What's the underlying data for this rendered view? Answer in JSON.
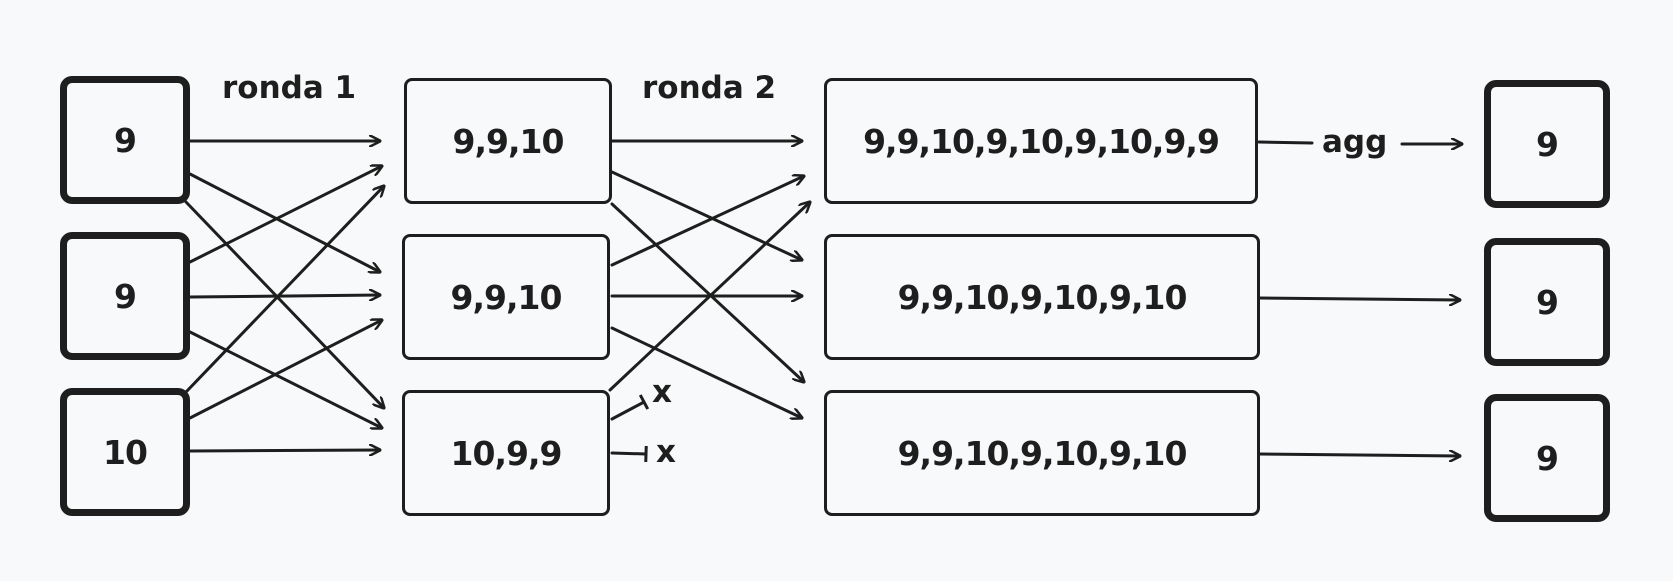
{
  "inputs": [
    "9",
    "9",
    "10"
  ],
  "round1_label": "ronda 1",
  "round1_results": [
    "9,9,10",
    "9,9,10",
    "10,9,9"
  ],
  "round2_label": "ronda 2",
  "round2_results": [
    "9,9,10,9,10,9,10,9,9",
    "9,9,10,9,10,9,10",
    "9,9,10,9,10,9,10"
  ],
  "agg_label": "agg",
  "dropped_marks": [
    "x",
    "x"
  ],
  "outputs": [
    "9",
    "9",
    "9"
  ]
}
